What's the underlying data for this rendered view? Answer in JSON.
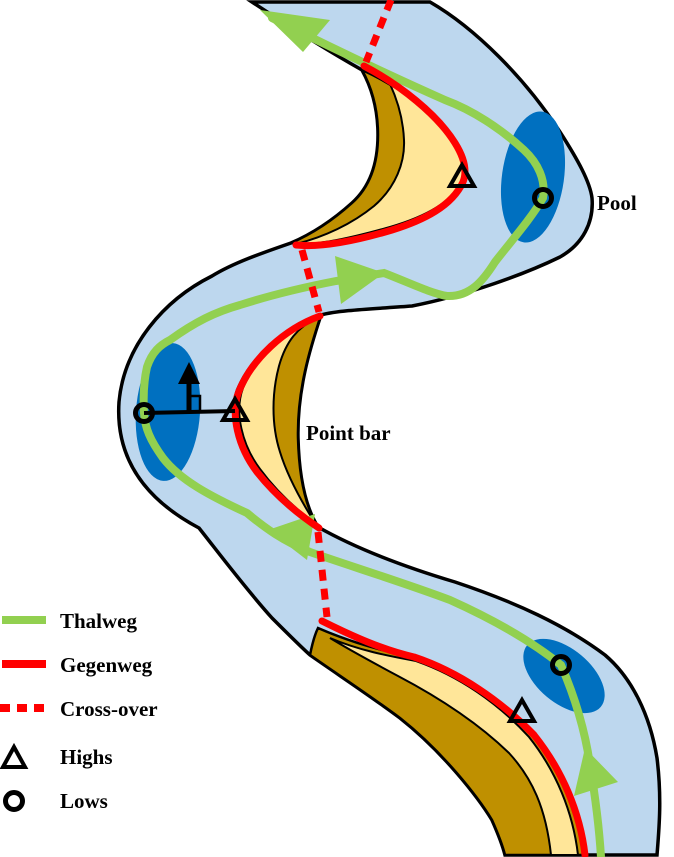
{
  "diagram": {
    "labels": {
      "pool": "Pool",
      "point_bar": "Point bar"
    },
    "legend": {
      "items": [
        {
          "label": "Thalweg",
          "swatch": "green-solid-line"
        },
        {
          "label": "Gegenweg",
          "swatch": "red-solid-line"
        },
        {
          "label": "Cross-over",
          "swatch": "red-dashed-line"
        },
        {
          "label": "Highs",
          "swatch": "open-triangle"
        },
        {
          "label": "Lows",
          "swatch": "open-circle"
        }
      ]
    },
    "colors": {
      "background": "#FFFFFF",
      "channel_fill": "#BDD7EE",
      "pool_fill": "#0070C0",
      "point_bar_inner": "#FFE699",
      "point_bar_outer": "#BF9000",
      "thalweg_green": "#92D050",
      "gegenweg_red": "#FF0000",
      "outline_black": "#000000"
    },
    "feature_counts": {
      "pools": 3,
      "point_bars": 3,
      "highs_markers": 3,
      "lows_markers": 3,
      "crossovers": 3,
      "flow_arrows": 4
    }
  }
}
